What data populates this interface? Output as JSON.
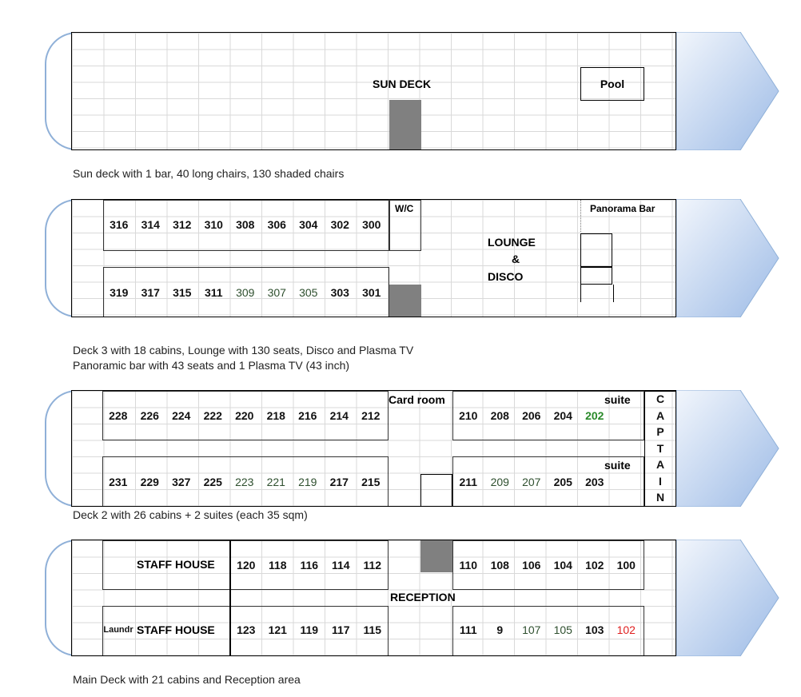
{
  "sun_deck": {
    "label": "SUN DECK",
    "pool": "Pool",
    "caption": "Sun deck with 1 bar, 40 long chairs, 130 shaded chairs"
  },
  "deck3": {
    "top_cabins": [
      "316",
      "314",
      "312",
      "310",
      "308",
      "306",
      "304",
      "302",
      "300"
    ],
    "bottom_cabins": [
      "319",
      "317",
      "315",
      "311",
      "309",
      "307",
      "305",
      "303",
      "301"
    ],
    "wc": "W/C",
    "lounge_line1": "LOUNGE",
    "lounge_line2": "&",
    "lounge_line3": "DISCO",
    "panorama": "Panorama Bar",
    "caption_line1": "Deck 3 with 18 cabins, Lounge with 130 seats, Disco and Plasma TV",
    "caption_line2": "Panoramic bar with 43 seats and 1 Plasma TV (43 inch)"
  },
  "deck2": {
    "top_cabins_aft": [
      "228",
      "226",
      "224",
      "222",
      "220",
      "218",
      "216",
      "214",
      "212"
    ],
    "top_cabins_fwd": [
      "210",
      "208",
      "206",
      "204",
      "202"
    ],
    "bottom_cabins_aft": [
      "231",
      "229",
      "327",
      "225",
      "223",
      "221",
      "219",
      "217",
      "215"
    ],
    "bottom_cabins_fwd": [
      "211",
      "209",
      "207",
      "205",
      "203"
    ],
    "card_room": "Card room",
    "suite_top": "suite",
    "suite_bottom": "suite",
    "captain": [
      "C",
      "A",
      "P",
      "T",
      "A",
      "I",
      "N"
    ],
    "caption": "Deck 2 with 26 cabins + 2 suites (each 35 sqm)"
  },
  "main_deck": {
    "staff_top": "STAFF HOUSE",
    "staff_bottom": "STAFF HOUSE",
    "laundry": "Laundr",
    "top_cabins_aft": [
      "120",
      "118",
      "116",
      "114",
      "112"
    ],
    "top_cabins_fwd": [
      "110",
      "108",
      "106",
      "104",
      "102",
      "100"
    ],
    "bottom_cabins_aft": [
      "123",
      "121",
      "119",
      "117",
      "115"
    ],
    "bottom_cabins_fwd": [
      "111",
      "9",
      "107",
      "105",
      "103",
      "102"
    ],
    "reception": "RECEPTION",
    "caption": "Main Deck with 21 cabins and Reception area"
  },
  "colors": {
    "hull_outline": "#000000",
    "bow_fill_light": "#f2f6fc",
    "bow_fill_dark": "#9dbbe6",
    "stern_outline": "#8fb0d8",
    "grid": "#d9d9d9",
    "stair": "#808080",
    "cabin_green": "#2e4f2e",
    "suite_green": "#2a8a2a",
    "cabin_red": "#e02020"
  }
}
